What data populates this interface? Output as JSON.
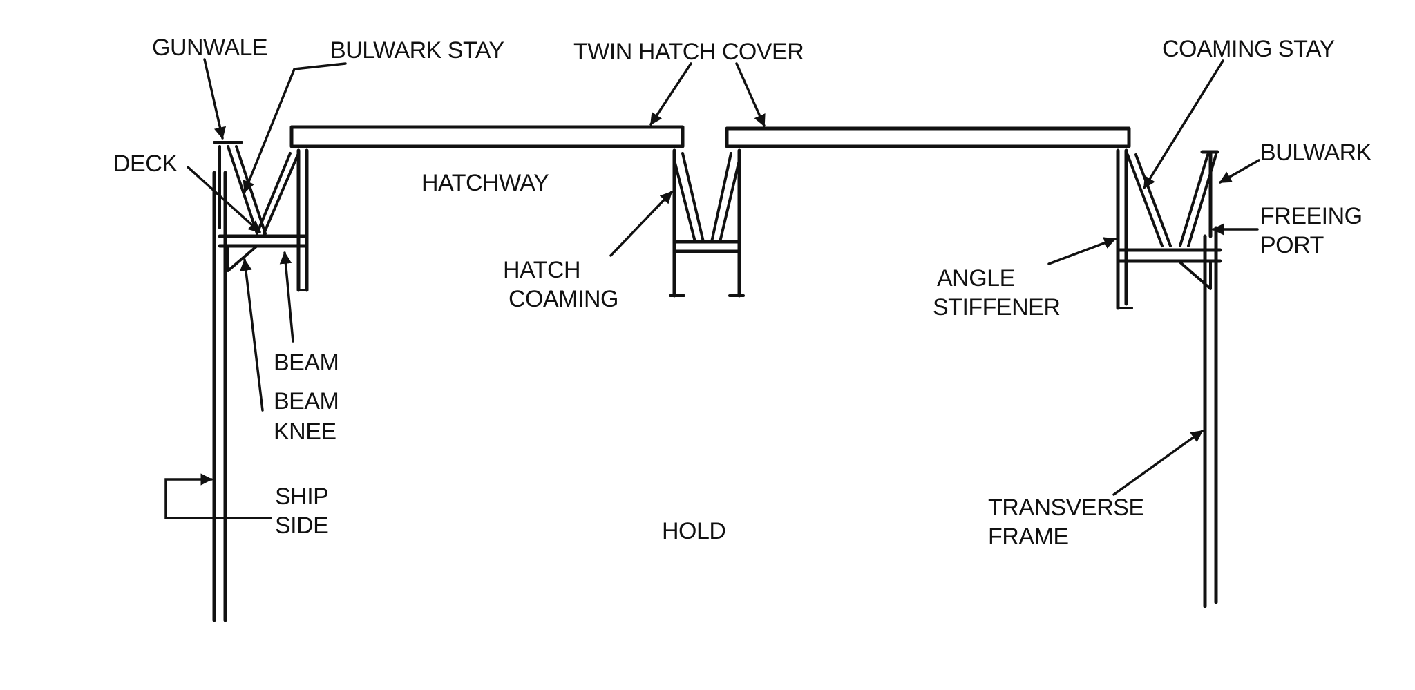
{
  "diagram": {
    "labels": {
      "gunwale": "GUNWALE",
      "bulwark_stay": "BULWARK STAY",
      "twin_hatch_cover": "TWIN HATCH COVER",
      "coaming_stay": "COAMING STAY",
      "deck": "DECK",
      "hatchway": "HATCHWAY",
      "bulwark": "BULWARK",
      "freeing_port_line1": "FREEING",
      "freeing_port_line2": "PORT",
      "hatch_coaming_line1": "HATCH",
      "hatch_coaming_line2": "COAMING",
      "angle_stiffener_line1": "ANGLE",
      "angle_stiffener_line2": "STIFFENER",
      "beam": "BEAM",
      "beam_knee_line1": "BEAM",
      "beam_knee_line2": "KNEE",
      "ship_side_line1": "SHIP",
      "ship_side_line2": "SIDE",
      "hold": "HOLD",
      "transverse_frame_line1": "TRANSVERSE",
      "transverse_frame_line2": "FRAME"
    },
    "colors": {
      "ink": "#111111",
      "paper": "#ffffff"
    }
  }
}
